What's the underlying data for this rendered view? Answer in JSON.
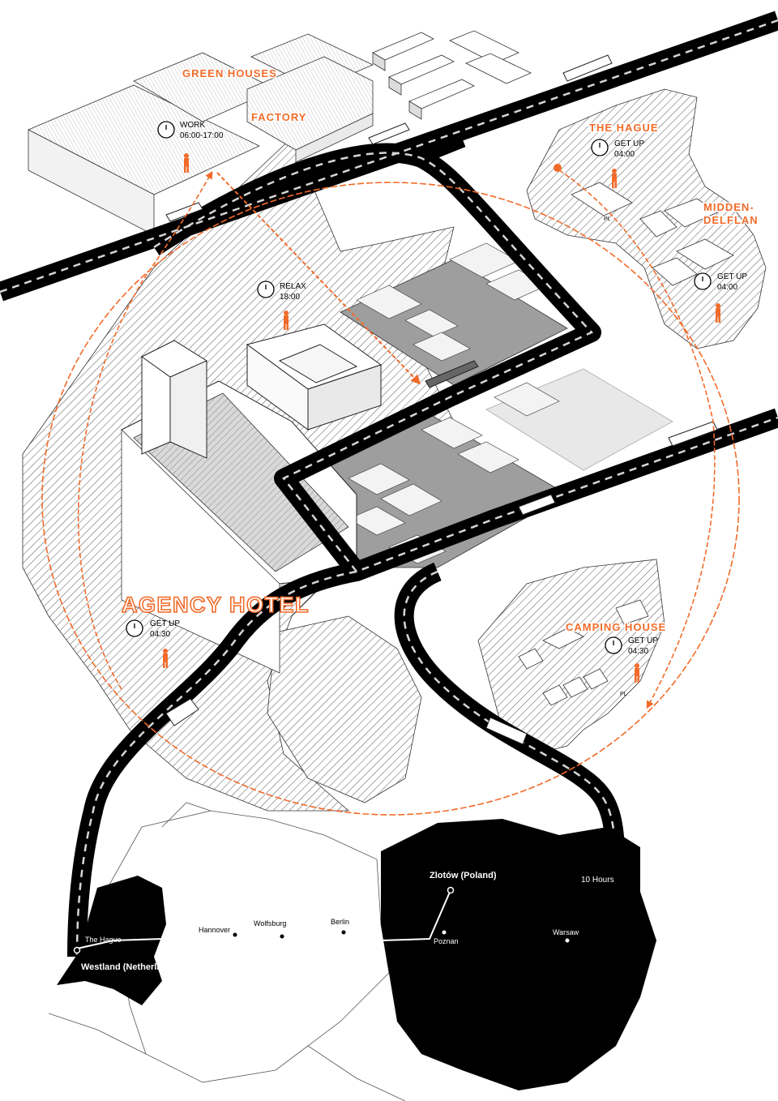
{
  "places": {
    "green_houses": "GREEN HOUSES",
    "factory": "FACTORY",
    "the_hague": "THE HAGUE",
    "midden_delflan_1": "MIDDEN-",
    "midden_delflan_2": "DELFLAN",
    "camping_house": "CAMPING HOUSE",
    "agency_hotel": "AGENCY HOTEL"
  },
  "schedules": {
    "work": {
      "activity": "WORK",
      "time": "06:00-17:00"
    },
    "relax": {
      "activity": "RELAX",
      "time": "18:00"
    },
    "hague": {
      "activity": "GET UP",
      "time": "04:00"
    },
    "midden": {
      "activity": "GET UP",
      "time": "04:00"
    },
    "hotel": {
      "activity": "GET UP",
      "time": "04:30"
    },
    "camping": {
      "activity": "GET UP",
      "time": "04:30"
    }
  },
  "map": {
    "zlotow": "Zlotów (Poland)",
    "westland": "Westland (Netherlands)",
    "the_hague": "The Hague",
    "hannover": "Hannover",
    "wolfsburg": "Wolfsburg",
    "berlin": "Berlin",
    "poznan": "Poznan",
    "warsaw": "Warsaw",
    "duration": "10 Hours"
  },
  "plates": {
    "pl1": "PL",
    "pl2": "PL",
    "pl3": "PL"
  },
  "colors": {
    "accent": "#f26b2a",
    "road": "#000000",
    "lot": "#9e9e9e",
    "hatch": "#555555"
  }
}
